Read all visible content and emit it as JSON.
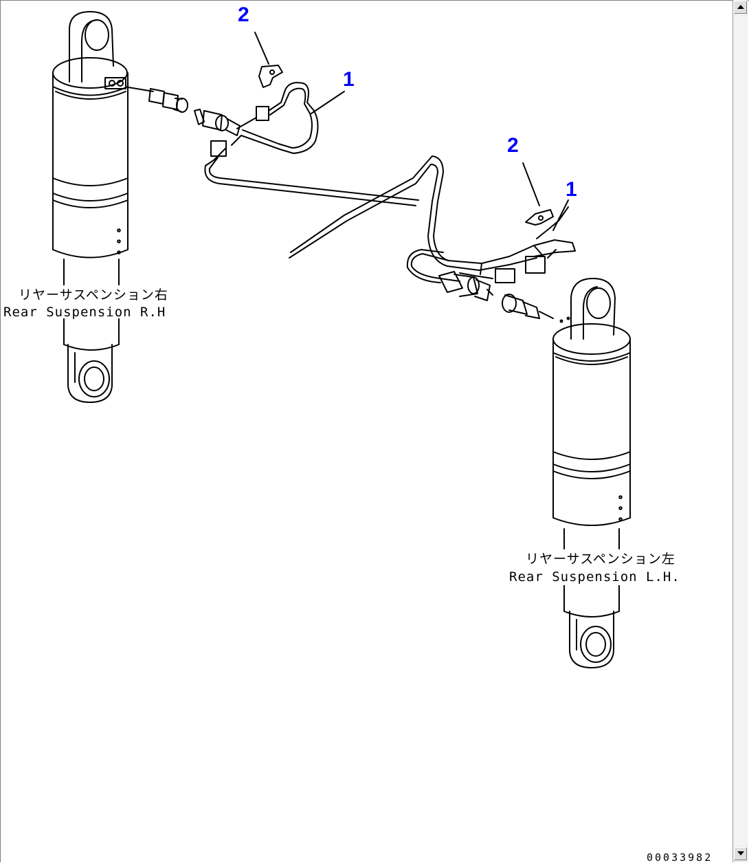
{
  "callouts": {
    "part_2_top": "2",
    "part_1_top": "1",
    "part_2_right": "2",
    "part_1_right": "1"
  },
  "captions": {
    "rh_jp": "リヤーサスペンション右",
    "rh_en": "Rear Suspension R.H",
    "lh_jp": "リヤーサスペンション左",
    "lh_en": "Rear Suspension L.H."
  },
  "reference_id": "00033982",
  "colors": {
    "callout": "#0000ff",
    "line": "#000000",
    "background": "#ffffff"
  },
  "icons": {
    "scroll_up": "triangle-up-icon",
    "scroll_down": "triangle-down-icon"
  }
}
